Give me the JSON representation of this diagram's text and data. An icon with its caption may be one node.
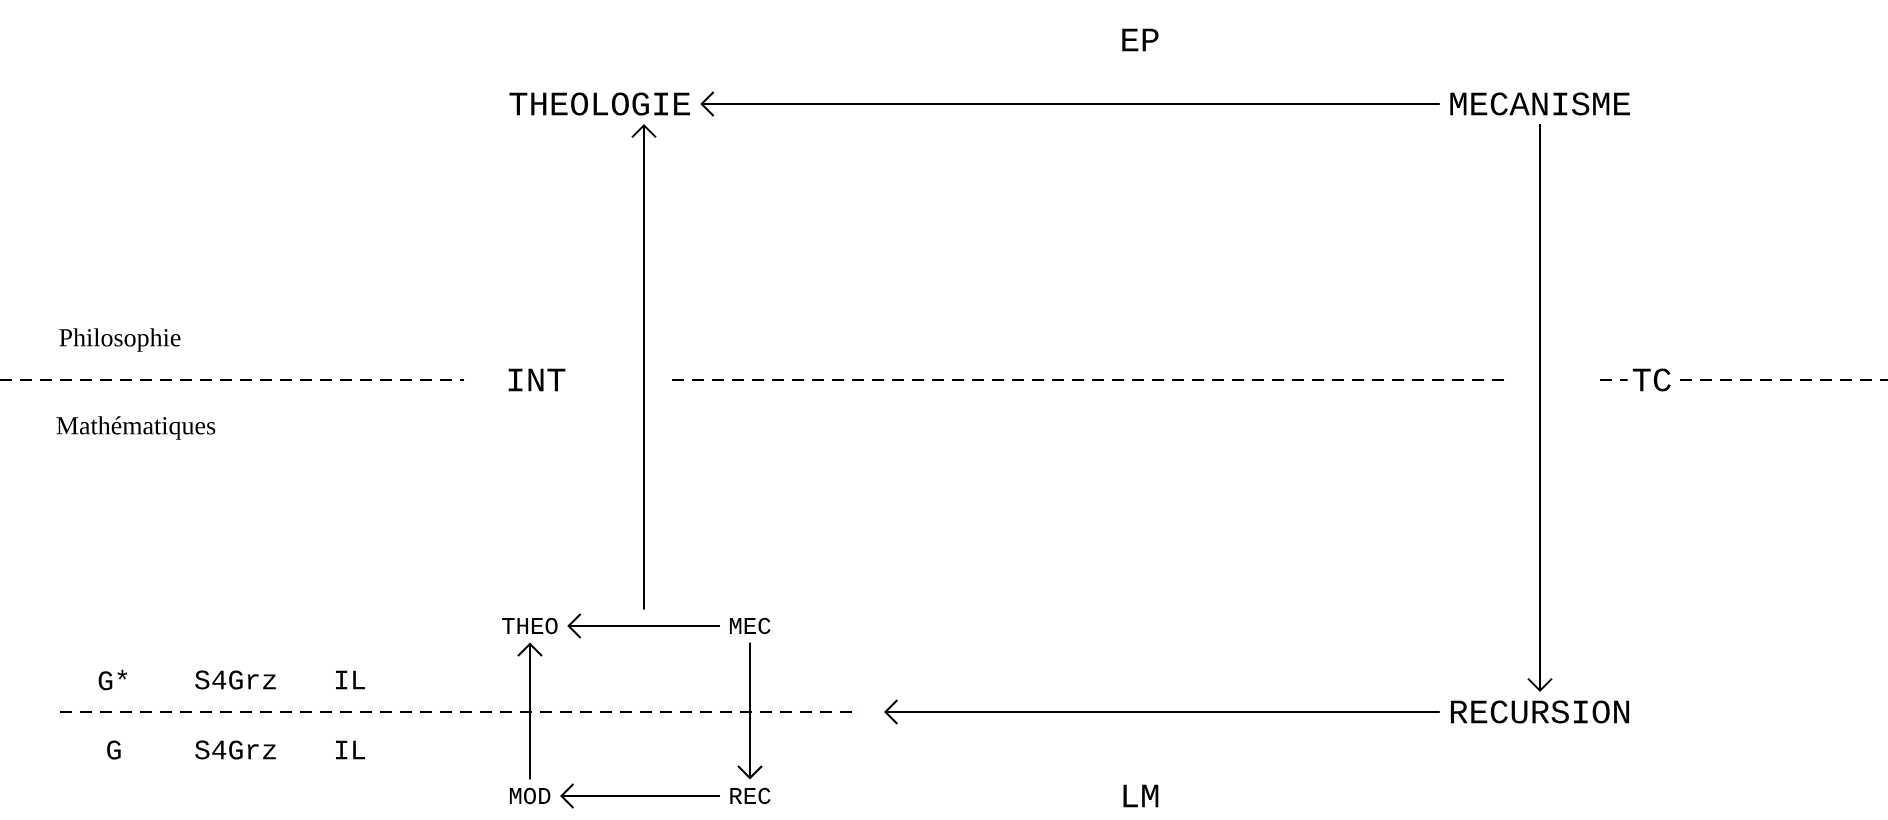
{
  "diagram": {
    "nodes": [
      {
        "text": [
          "THEOLOGIE"
        ]
      },
      {
        "text": [
          "MECANISME"
        ]
      },
      {
        "text": [
          "RECURSION"
        ]
      },
      {
        "text": [
          "THEO"
        ]
      },
      {
        "text": [
          "MEC"
        ]
      },
      {
        "text": [
          "MOD"
        ]
      },
      {
        "text": [
          "REC"
        ]
      }
    ],
    "edges": [
      {
        "from": 1,
        "to": 0,
        "arrow": "to",
        "label": "EP"
      },
      {
        "from": 1,
        "to": 2,
        "arrow": "to",
        "label": "TC"
      },
      {
        "from": 2,
        "to": null,
        "arrow": "to",
        "label": "LM"
      },
      {
        "from": 3,
        "to": 0,
        "arrow": "to",
        "label": "INT"
      },
      {
        "from": 4,
        "to": 3,
        "arrow": "to"
      },
      {
        "from": 4,
        "to": 6,
        "arrow": "to"
      },
      {
        "from": 6,
        "to": 5,
        "arrow": "to"
      },
      {
        "from": 5,
        "to": 3,
        "arrow": "to"
      }
    ],
    "labels": [
      "Philosophie",
      "Mathématiques",
      "G*",
      "S4Grz",
      "IL",
      "G",
      "S4Grz",
      "IL"
    ]
  }
}
